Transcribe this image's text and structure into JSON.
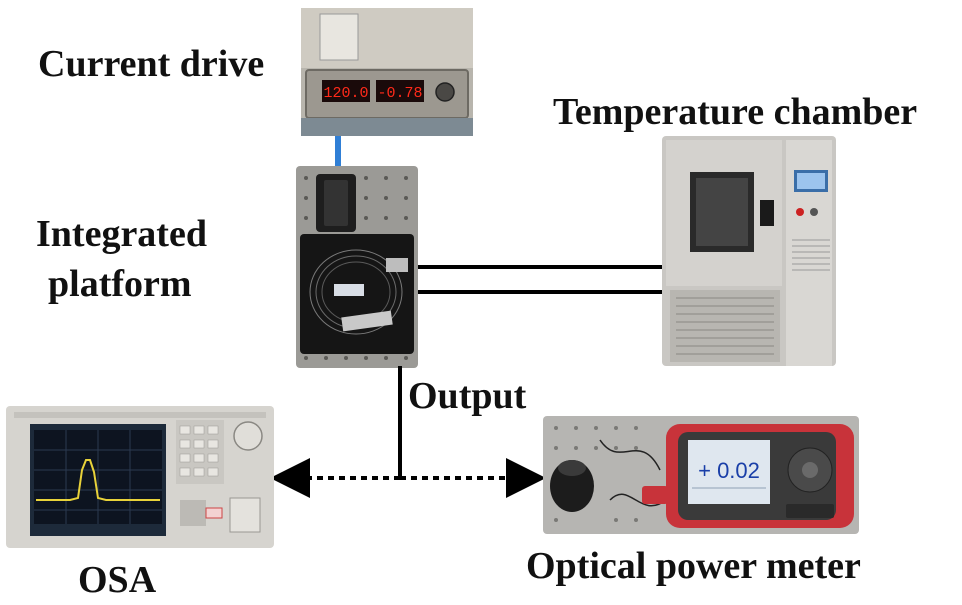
{
  "labels": {
    "current_drive": "Current drive",
    "temperature_chamber": "Temperature chamber",
    "integrated_platform_line1": "Integrated",
    "integrated_platform_line2": "platform",
    "output": "Output",
    "osa": "OSA",
    "optical_power_meter": "Optical power meter"
  },
  "devices": {
    "current_drive_display_left": "120.0",
    "current_drive_display_right": "-0.78",
    "power_meter_reading": "+ 0.02"
  },
  "colors": {
    "drive_display_text": "#ff2a1a",
    "connection_cable": "#2f7fd6",
    "power_meter_frame": "#c8333a",
    "osa_trace": "#e8d23a"
  }
}
